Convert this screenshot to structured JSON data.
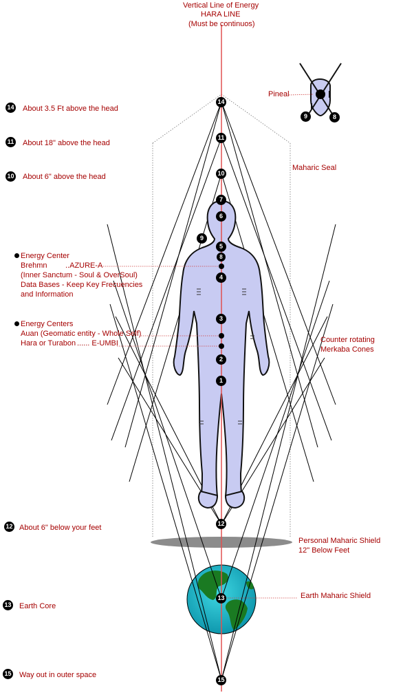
{
  "hara": {
    "line1": "Vertical Line of Energy",
    "line2": "HARA LINE",
    "line3": "(Must be continuos)"
  },
  "left_levels": [
    {
      "num": "14",
      "text": "About 3.5 Ft above the head"
    },
    {
      "num": "11",
      "text": "About 18\" above the head"
    },
    {
      "num": "10",
      "text": "About 6\" above the head"
    },
    {
      "num": "12",
      "text": "About 6\" below your feet"
    },
    {
      "num": "13",
      "text": "Earth Core"
    },
    {
      "num": "15",
      "text": "Way out in outer space"
    }
  ],
  "energy_center_1": {
    "title": "Energy Center",
    "brehmn": "Brehmn",
    "azure": "..AZURE-A",
    "line2": "(Inner Sanctum - Soul & OverSoul)",
    "line3": "Data Bases - Keep Key Frecuencies",
    "line4": "and Information"
  },
  "energy_center_2": {
    "title": "Energy Centers",
    "line1": "Auan (Geomatic entity - Whole Self)",
    "line2": "Hara or Turabon",
    "umbi": "...... E-UMBI"
  },
  "right_labels": {
    "pineal": "Pineal",
    "maharic_seal": "Maharic Seal",
    "counter_rotating": "Counter rotating",
    "merkaba": "Merkaba Cones",
    "personal_shield": "Personal Maharic Shield",
    "twelve_below": "12\" Below Feet",
    "earth_shield": "Earth Maharic Shield"
  },
  "body_points": [
    "7",
    "6",
    "5",
    "8",
    "4",
    "3",
    "2",
    "1"
  ],
  "side_points": [
    "9"
  ],
  "pineal_points": [
    "9",
    "8"
  ],
  "axis_points": [
    "14",
    "11",
    "10",
    "12",
    "13",
    "15"
  ],
  "colors": {
    "label_red": "#a50000",
    "hara_line": "#e05050",
    "body_fill": "#c8cbf2",
    "earth_ocean": "#1cb8c8",
    "earth_land": "#1a7a22",
    "shield_gray": "#8c8c8c"
  }
}
